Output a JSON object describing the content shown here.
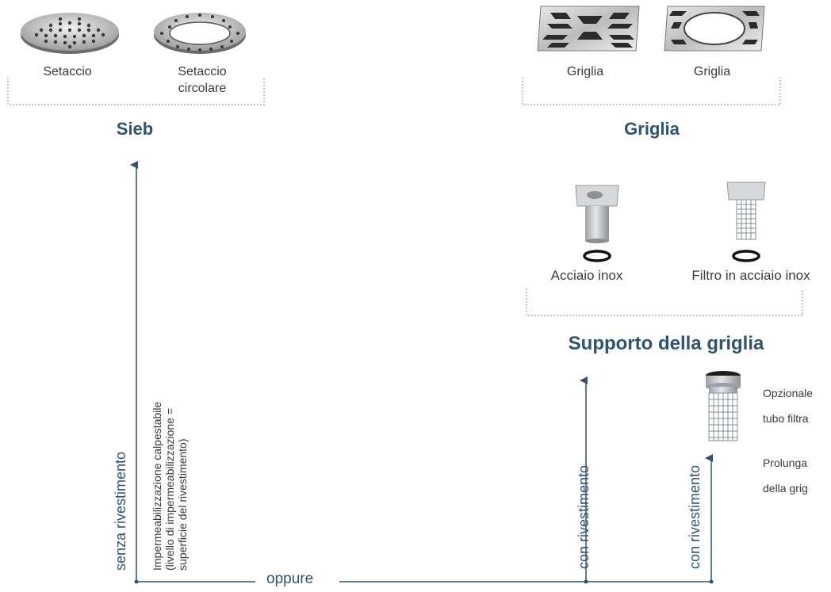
{
  "sieb": {
    "item1_label": "Setaccio",
    "item2_label_line1": "Setaccio",
    "item2_label_line2": "circolare",
    "heading": "Sieb"
  },
  "griglia": {
    "item1_label": "Griglia",
    "item2_label": "Griglia",
    "heading": "Griglia"
  },
  "supporto": {
    "item1_label": "Acciaio inox",
    "item2_label": "Filtro in acciaio inox",
    "heading": "Supporto della griglia"
  },
  "optional": {
    "line1": "Opzionale",
    "line2": "tubo filtra",
    "line3": "Prolunga",
    "line4": "della grig"
  },
  "flow": {
    "left_vertical": "senza rivestimento",
    "note_line1": "Impermeabilizzazione calpestabile",
    "note_line2": "(livello di impermeabilizzazione =",
    "note_line3": "superficie del rivestimento)",
    "middle_vertical": "con rivestimento",
    "right_vertical": "con rivestimento",
    "bottom_label": "oppure"
  },
  "colors": {
    "accent": "#2f5370",
    "bracket": "#7a8a98"
  }
}
